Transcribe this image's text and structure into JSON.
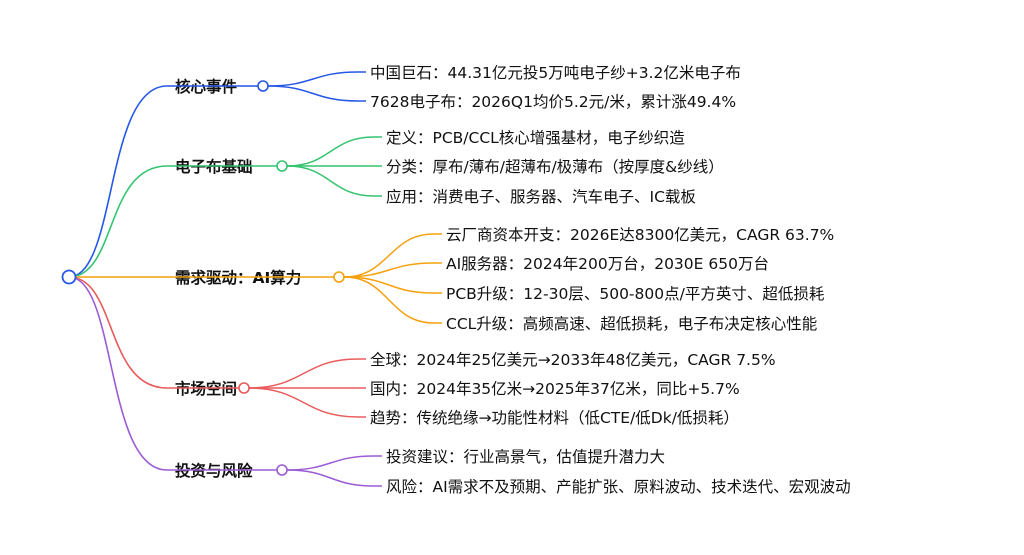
{
  "mindmap": {
    "branches": [
      {
        "label": "核心事件",
        "color": "#2457e6",
        "leaves": [
          "中国巨石：44.31亿元投5万吨电子纱+3.2亿米电子布",
          "7628电子布：2026Q1均价5.2元/米，累计涨49.4%"
        ]
      },
      {
        "label": "电子布基础",
        "color": "#33c46f",
        "leaves": [
          "定义：PCB/CCL核心增强基材，电子纱织造",
          "分类：厚布/薄布/超薄布/极薄布（按厚度&纱线）",
          "应用：消费电子、服务器、汽车电子、IC载板"
        ]
      },
      {
        "label": "需求驱动：AI算力",
        "color": "#f5a10d",
        "leaves": [
          "云厂商资本开支：2026E达8300亿美元，CAGR 63.7%",
          "AI服务器：2024年200万台，2030E 650万台",
          "PCB升级：12-30层、500-800点/平方英寸、超低损耗",
          "CCL升级：高频高速、超低损耗，电子布决定核心性能"
        ]
      },
      {
        "label": "市场空间",
        "color": "#ea5a5a",
        "leaves": [
          "全球：2024年25亿美元→2033年48亿美元，CAGR 7.5%",
          "国内：2024年35亿米→2025年37亿米，同比+5.7%",
          "趋势：传统绝缘→功能性材料（低CTE/低Dk/低损耗）"
        ]
      },
      {
        "label": "投资与风险",
        "color": "#9b5bd6",
        "leaves": [
          "投资建议：行业高景气，估值提升潜力大",
          "风险：AI需求不及预期、产能扩张、原料波动、技术迭代、宏观波动"
        ]
      }
    ]
  }
}
